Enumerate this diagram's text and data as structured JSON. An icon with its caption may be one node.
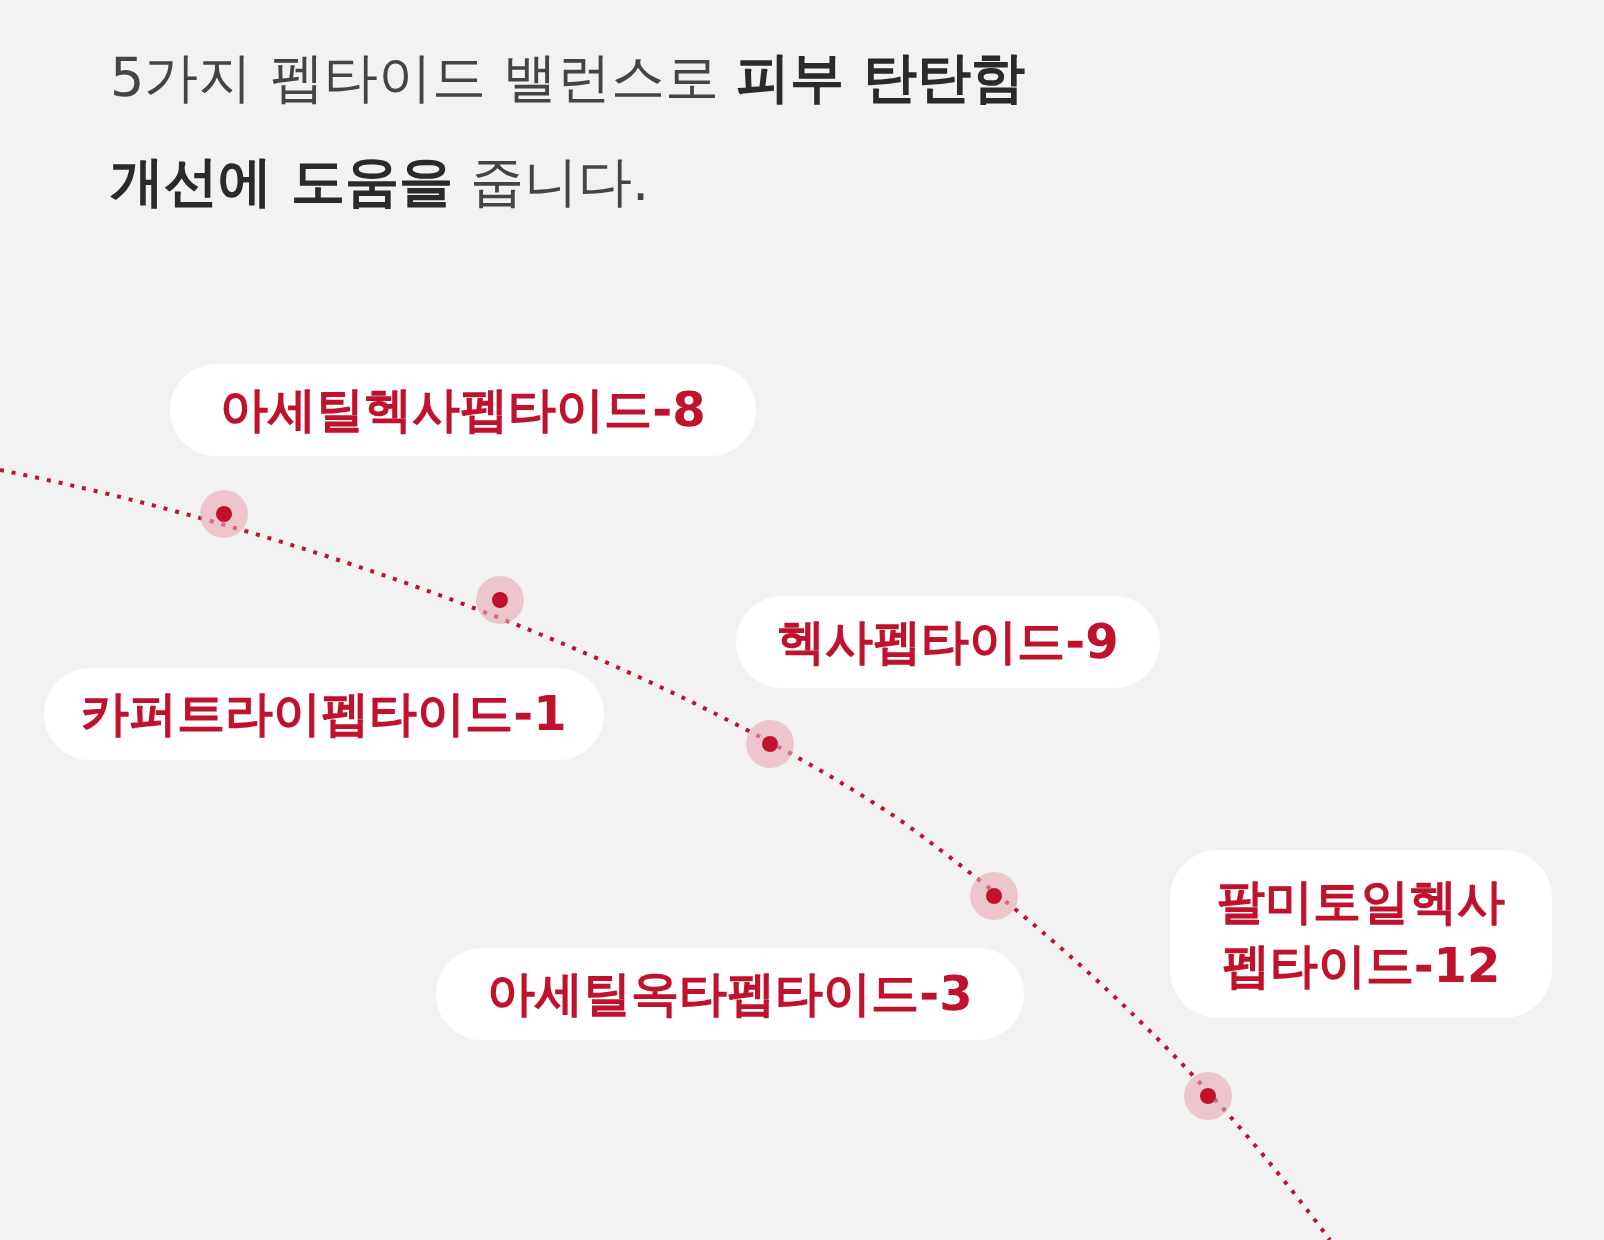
{
  "diagram": {
    "title": "5가지 펩타이드 밸런스로 **피부 탄탄함 개선에 도움을** 줍니다.",
    "nodes": [
      {
        "text": [
          "아세틸헥사펩타이드-8"
        ]
      },
      {
        "text": [
          "헥사펩타이드-9"
        ]
      },
      {
        "text": [
          "카퍼트라이펩타이드-1"
        ]
      },
      {
        "text": [
          "팔미토일헥사 펩타이드-12"
        ]
      },
      {
        "text": [
          "아세틸옥타펩타이드-3"
        ]
      }
    ]
  }
}
